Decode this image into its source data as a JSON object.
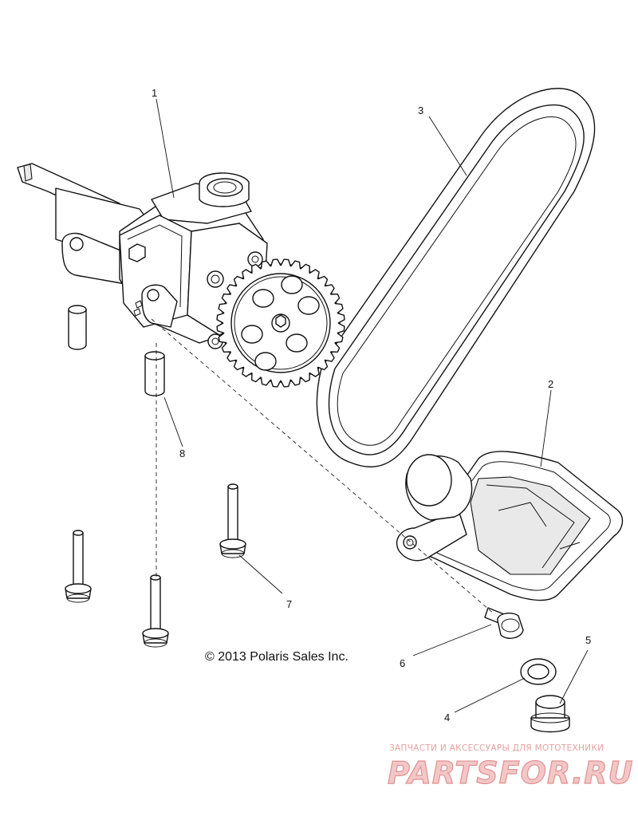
{
  "diagram": {
    "callouts": [
      {
        "id": "1",
        "label": "1"
      },
      {
        "id": "2",
        "label": "2"
      },
      {
        "id": "3",
        "label": "3"
      },
      {
        "id": "4",
        "label": "4"
      },
      {
        "id": "5",
        "label": "5"
      },
      {
        "id": "6",
        "label": "6"
      },
      {
        "id": "7",
        "label": "7"
      },
      {
        "id": "8",
        "label": "8"
      }
    ],
    "copyright": "© 2013 Polaris Sales Inc.",
    "watermark": {
      "tagline": "ЗАПЧАСТИ И АКСЕССУАРЫ ДЛЯ МОТОТЕХНИКИ",
      "logo": "PARTSFOR.RU"
    }
  },
  "colors": {
    "line": "#111111",
    "watermark": "#e29090"
  }
}
